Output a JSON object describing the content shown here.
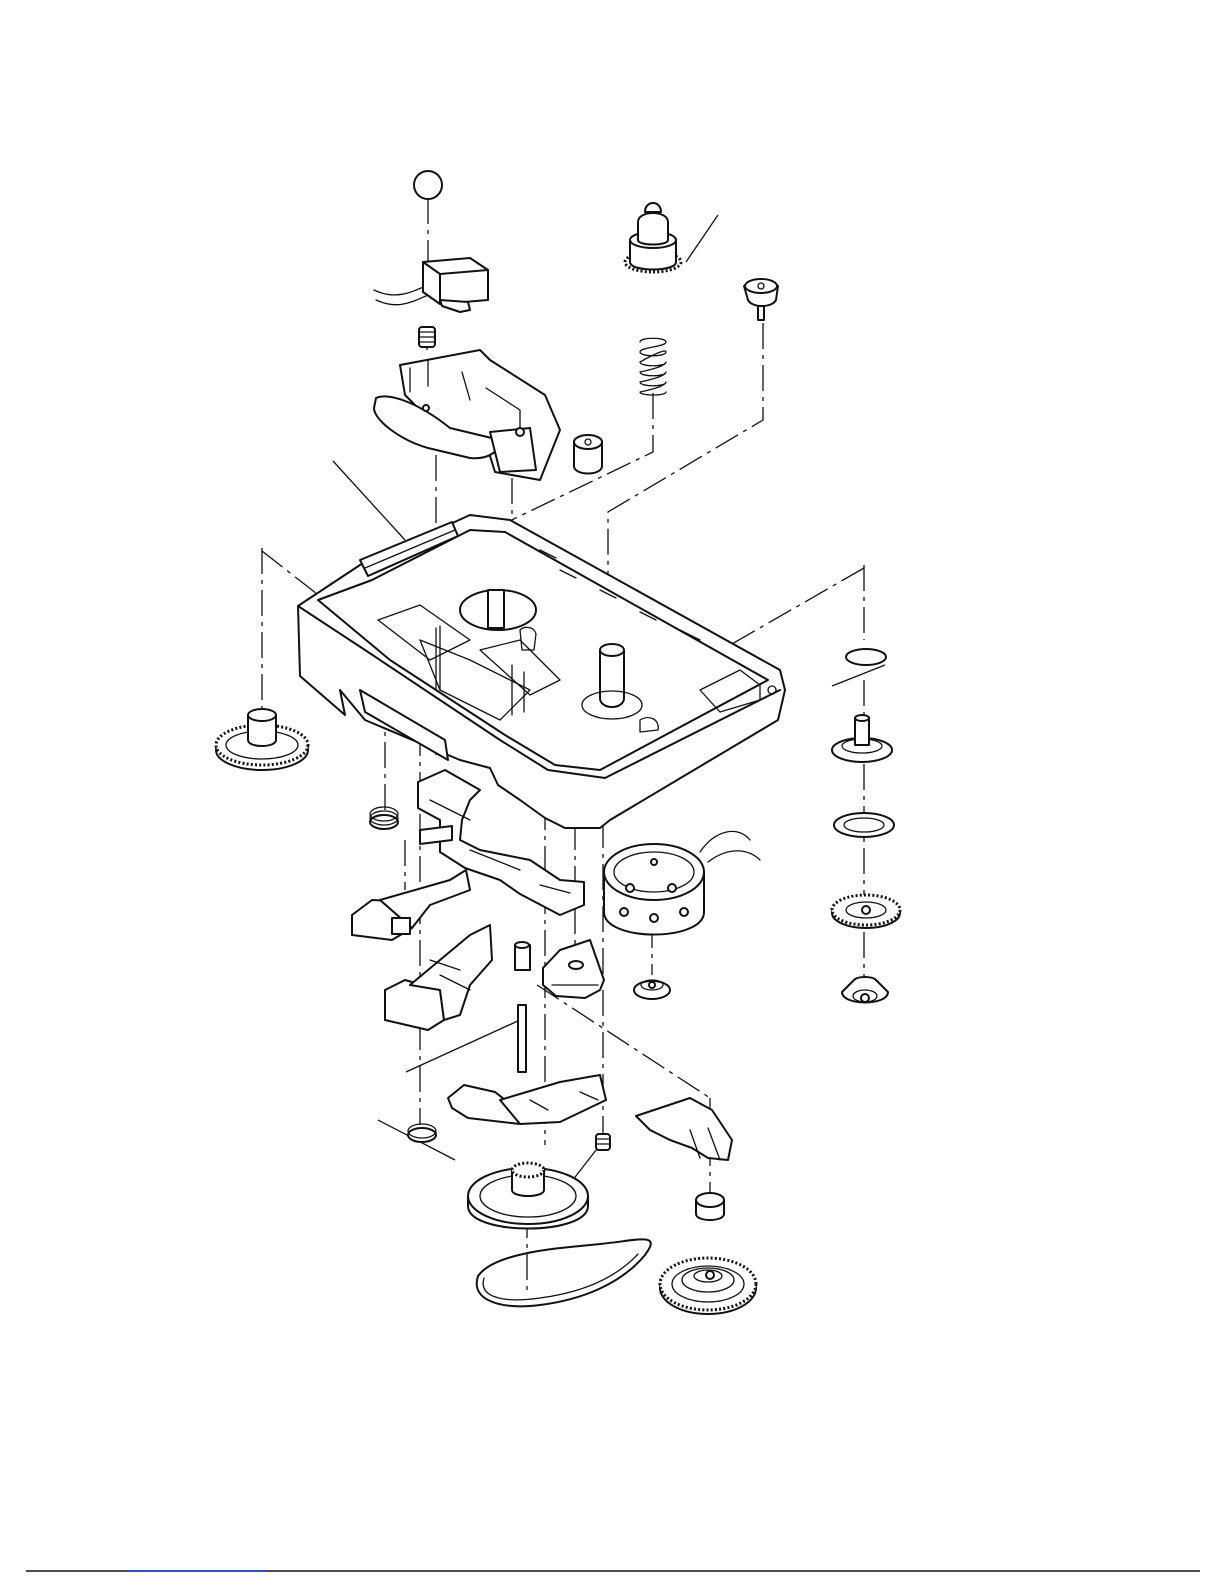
{
  "diagram": {
    "type": "exploded-view",
    "parts": [
      "reference-circle",
      "head-assembly",
      "head-spring",
      "head-base-plate",
      "pinch-roller",
      "capstan-cap",
      "compression-spring",
      "reel-cap",
      "chassis-frame",
      "side-plate",
      "reel-gear-left",
      "washer-top",
      "reel-shaft",
      "reel-washer",
      "reel-gear-right",
      "reel-bushing",
      "coil-spring",
      "slide-lever",
      "play-button",
      "ff-button",
      "flywheel-shaft",
      "function-lever",
      "drive-motor",
      "motor-bushing",
      "idler-bracket",
      "torsion-spring",
      "polywasher",
      "flywheel",
      "drive-belt",
      "flywheel-bushing",
      "take-up-gear"
    ]
  }
}
